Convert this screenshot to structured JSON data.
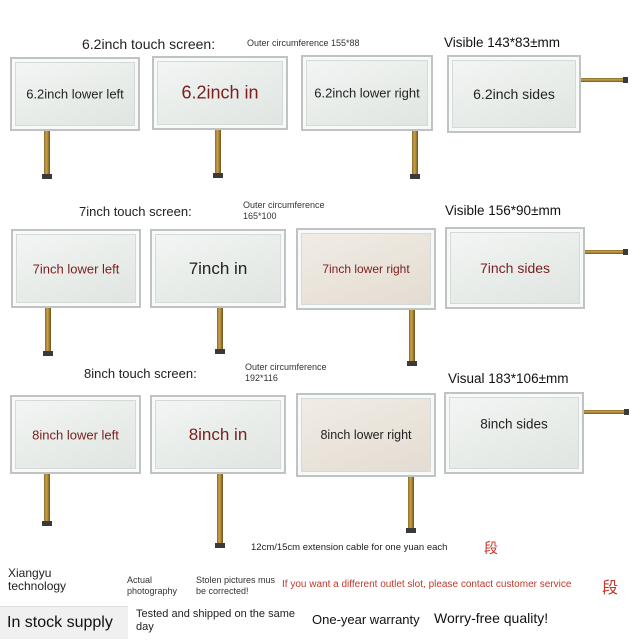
{
  "sections": {
    "s62": {
      "title": "6.2inch touch screen:",
      "outer": "Outer circumference 155*88",
      "visible": "Visible 143*83±mm",
      "panels": [
        "6.2inch lower left",
        "6.2inch in",
        "6.2inch lower right",
        "6.2inch sides"
      ]
    },
    "s7": {
      "title": "7inch touch screen:",
      "outer_line1": "Outer circumference",
      "outer_line2": "165*100",
      "visible": "Visible 156*90±mm",
      "panels": [
        "7inch lower left",
        "7inch in",
        "7inch lower right",
        "7inch sides"
      ]
    },
    "s8": {
      "title": "8inch touch screen:",
      "outer_line1": "Outer circumference",
      "outer_line2": "192*116",
      "visible": "Visual 183*106±mm",
      "panels": [
        "8inch lower left",
        "8inch in",
        "8inch lower right",
        "8inch sides"
      ]
    }
  },
  "footer": {
    "cable_note": "12cm/15cm extension cable for one yuan each",
    "cable_mark": "段",
    "brand_line1": "Xiangyu",
    "brand_line2": "technology",
    "actual_line1": "Actual",
    "actual_line2": "photography",
    "stolen_line1": "Stolen pictures mus",
    "stolen_line2": "be corrected!",
    "outlet_note": "If you want a different outlet slot, please contact customer service",
    "outlet_mark": "段",
    "stock": "In stock supply",
    "shipped_line1": "Tested and shipped on the same",
    "shipped_line2": "day",
    "warranty": "One-year warranty",
    "quality": "Worry-free quality!"
  },
  "colors": {
    "label_red": "#7a1e1e",
    "note_red": "#c0392b",
    "cable_gold": "#c9a24a"
  }
}
